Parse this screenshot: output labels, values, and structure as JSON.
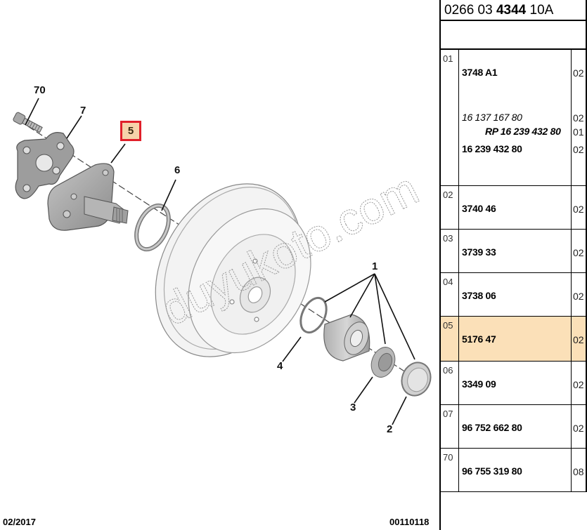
{
  "header": {
    "ref_prefix": "0266 03 ",
    "ref_bold": "4344",
    "ref_suffix": " 10A"
  },
  "diagram": {
    "watermark": "duyukoto.com",
    "callouts": [
      {
        "id": "70",
        "label": "70"
      },
      {
        "id": "7",
        "label": "7"
      },
      {
        "id": "5",
        "label": "5",
        "highlighted": true
      },
      {
        "id": "6",
        "label": "6"
      },
      {
        "id": "1",
        "label": "1"
      },
      {
        "id": "4",
        "label": "4"
      },
      {
        "id": "3",
        "label": "3"
      },
      {
        "id": "2",
        "label": "2"
      }
    ],
    "colors": {
      "highlight_border": "#e0202a",
      "highlight_fill": "#f6d3aa",
      "part_grey": "#9a9a9a",
      "drum_fill": "#efefef"
    }
  },
  "footer": {
    "date": "02/2017",
    "illustration_id": "00110118"
  },
  "parts_table": {
    "highlight_color": "#fbe0b8",
    "rows": [
      {
        "index": "01",
        "entries": [
          {
            "part": "3748 A1",
            "qty": "02",
            "style": "bold"
          },
          {
            "part": "16 137 167 80",
            "qty": "02",
            "style": "italic"
          },
          {
            "part": "RP 16 239 432 80",
            "qty": "01",
            "style": "rp"
          },
          {
            "part": "16 239 432 80",
            "qty": "02",
            "style": "bold"
          }
        ]
      },
      {
        "index": "02",
        "entries": [
          {
            "part": "3740 46",
            "qty": "02"
          }
        ]
      },
      {
        "index": "03",
        "entries": [
          {
            "part": "3739 33",
            "qty": "02"
          }
        ]
      },
      {
        "index": "04",
        "entries": [
          {
            "part": "3738 06",
            "qty": "02"
          }
        ]
      },
      {
        "index": "05",
        "highlighted": true,
        "entries": [
          {
            "part": "5176 47",
            "qty": "02"
          }
        ]
      },
      {
        "index": "06",
        "entries": [
          {
            "part": "3349 09",
            "qty": "02"
          }
        ]
      },
      {
        "index": "07",
        "entries": [
          {
            "part": "96 752 662 80",
            "qty": "02"
          }
        ]
      },
      {
        "index": "70",
        "entries": [
          {
            "part": "96 755 319 80",
            "qty": "08"
          }
        ]
      }
    ]
  }
}
